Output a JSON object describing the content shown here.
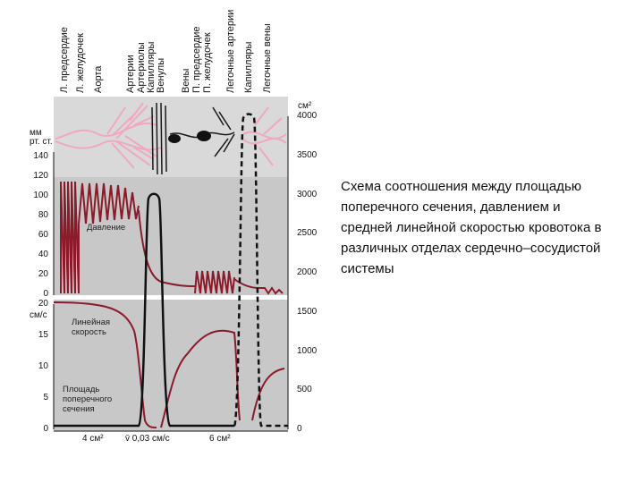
{
  "figure": {
    "top_labels": [
      "Л. предсердие",
      "Л. желудочек",
      "Аорта",
      "Артерии",
      "Артериолы",
      "Капилляры",
      "Венулы",
      "Вены",
      "П. предсердие",
      "П. желудочек",
      "Легочные артерии",
      "Капилляры",
      "Легочные вены"
    ],
    "left_top_unit": "мм рт. ст.",
    "left_top_ticks": [
      "140",
      "120",
      "100",
      "80",
      "60",
      "40",
      "20",
      "0"
    ],
    "left_bottom_unit": "см/с",
    "left_bottom_ticks": [
      "20",
      "15",
      "10",
      "5",
      "0"
    ],
    "right_unit": "см²",
    "right_ticks": [
      "4000",
      "3500",
      "3000",
      "2500",
      "2000",
      "1500",
      "1000",
      "500",
      "0"
    ],
    "label_pressure": "Давление",
    "label_velocity": "Линейная скорость",
    "label_area": "Площадь поперечного сечения",
    "bottom_labels": [
      "4 см²",
      "v̄ 0,03 см/с",
      "6 см²"
    ],
    "colors": {
      "panel": "#c8c8c8",
      "pressure": "#8b1a2a",
      "area": "#111111",
      "vessel_pink": "#f0a8c0"
    }
  },
  "caption": "Схема соотношения между площадью поперечного сечения, давлением и средней линейной скоростью кровотока в различных отделах сердечно–сосудистой системы"
}
